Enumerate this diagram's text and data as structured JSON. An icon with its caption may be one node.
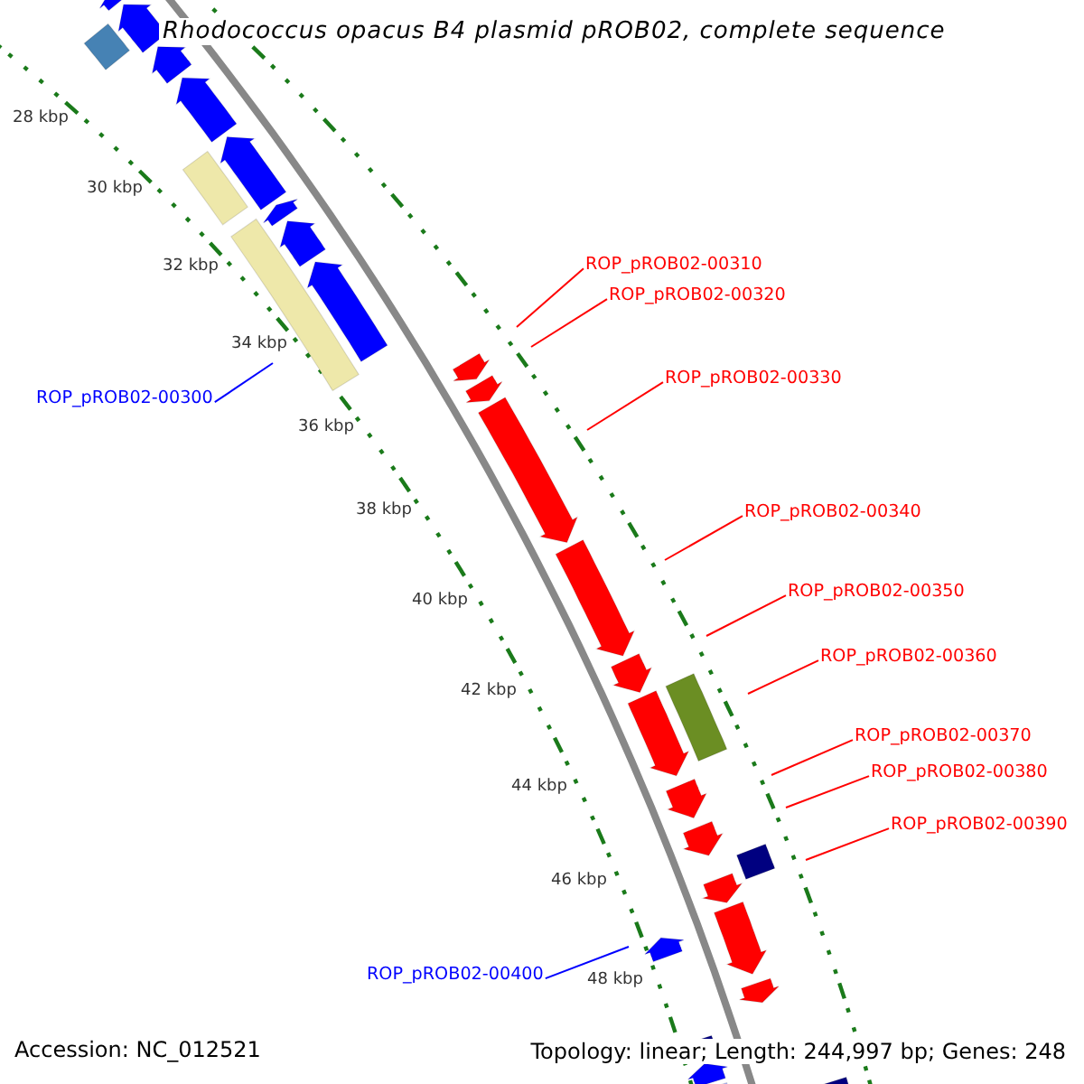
{
  "diagram": {
    "title": "Rhodococcus opacus B4 plasmid pROB02, complete sequence",
    "nodes": [
      {
        "text": [
          "ROP_pROB02-00310"
        ]
      },
      {
        "text": [
          "ROP_pROB02-00320"
        ]
      },
      {
        "text": [
          "ROP_pROB02-00330"
        ]
      },
      {
        "text": [
          "ROP_pROB02-00300"
        ]
      },
      {
        "text": [
          "ROP_pROB02-00340"
        ]
      },
      {
        "text": [
          "ROP_pROB02-00350"
        ]
      },
      {
        "text": [
          "ROP_pROB02-00360"
        ]
      },
      {
        "text": [
          "ROP_pROB02-00370"
        ]
      },
      {
        "text": [
          "ROP_pROB02-00380"
        ]
      },
      {
        "text": [
          "ROP_pROB02-00390"
        ]
      },
      {
        "text": [
          "ROP_pROB02-00400"
        ]
      }
    ],
    "edges": [
      {
        "from": 0,
        "to": null,
        "arrow": "none"
      },
      {
        "from": 1,
        "to": null,
        "arrow": "none"
      },
      {
        "from": 2,
        "to": null,
        "arrow": "none"
      },
      {
        "from": 3,
        "to": null,
        "arrow": "none",
        "color": "#0000ff"
      },
      {
        "from": 4,
        "to": null,
        "arrow": "none"
      },
      {
        "from": 5,
        "to": null,
        "arrow": "none"
      },
      {
        "from": 6,
        "to": null,
        "arrow": "none"
      },
      {
        "from": 7,
        "to": null,
        "arrow": "none"
      },
      {
        "from": 8,
        "to": null,
        "arrow": "none"
      },
      {
        "from": 9,
        "to": null,
        "arrow": "none"
      },
      {
        "from": 10,
        "to": null,
        "arrow": "none",
        "color": "#0000ff"
      }
    ],
    "labels": [
      "28 kbp",
      "30 kbp",
      "32 kbp",
      "34 kbp",
      "36 kbp",
      "38 kbp",
      "40 kbp",
      "42 kbp",
      "44 kbp",
      "46 kbp",
      "48 kbp",
      "Accession: NC_012521",
      "Topology: linear; Length: 244,997 bp; Genes: 248"
    ]
  }
}
